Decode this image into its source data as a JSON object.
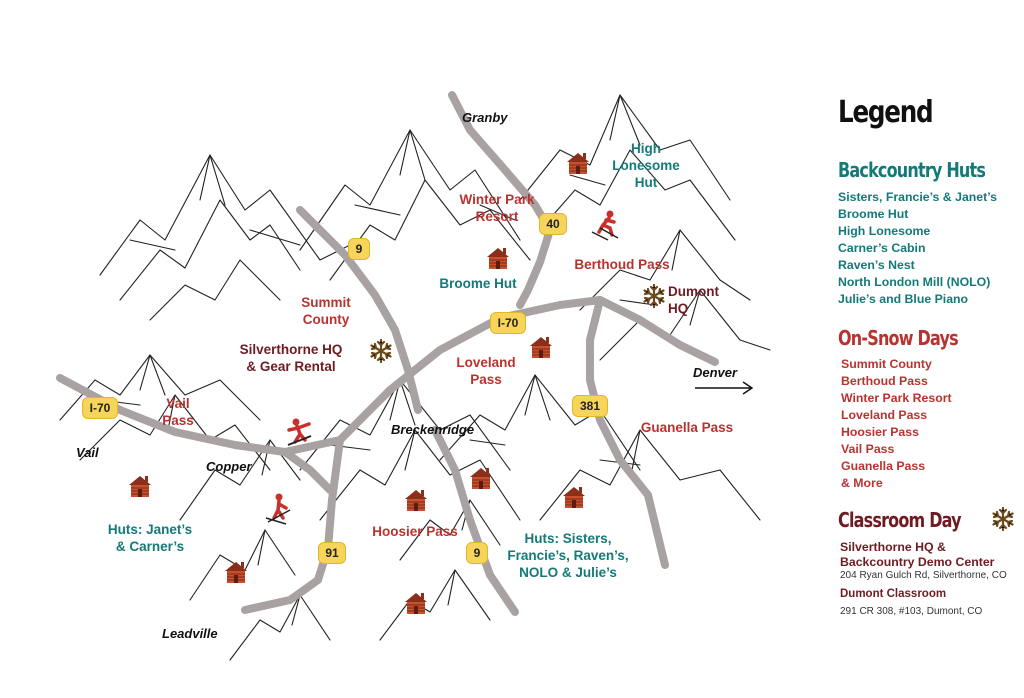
{
  "map": {
    "towns": {
      "granby": "Granby",
      "breckenridge": "Breckenridge",
      "vail": "Vail",
      "copper": "Copper",
      "leadville": "Leadville",
      "denver": "Denver"
    },
    "highways": {
      "i70_west": "I-70",
      "i70_center": "I-70",
      "hwy9_north": "9",
      "hwy9_south": "9",
      "hwy40": "40",
      "hwy91": "91",
      "hwy381": "381"
    },
    "labels": {
      "high_lonesome_hut": [
        "High",
        "Lonesome",
        "Hut"
      ],
      "winter_park_resort": [
        "Winter Park",
        "Resort"
      ],
      "berthoud_pass": "Berthoud Pass",
      "broome_hut": "Broome Hut",
      "dumont_hq": [
        "Dumont",
        "HQ"
      ],
      "summit_county": [
        "Summit",
        "County"
      ],
      "silverthorne_hq": [
        "Silverthorne HQ",
        "& Gear Rental"
      ],
      "loveland_pass": [
        "Loveland",
        "Pass"
      ],
      "vail_pass": [
        "Vail",
        "Pass"
      ],
      "guanella_pass": "Guanella Pass",
      "huts_janet_carner": [
        "Huts: Janet’s",
        "& Carner’s"
      ],
      "hoosier_pass": "Hoosier Pass",
      "huts_sisters": [
        "Huts: Sisters,",
        "Francie’s, Raven’s,",
        "NOLO & Julie’s"
      ]
    },
    "colors": {
      "road": "#a9a2a2",
      "shield": "#f6d55a",
      "on_snow": "#b8332f",
      "hut": "#137a78",
      "classroom": "#6e1b22",
      "cabin": "#c9502d",
      "snowflake": "#6b4a1c"
    }
  },
  "legend": {
    "title": "Legend",
    "huts": {
      "heading": "Backcountry Huts",
      "items": [
        "Sisters, Francie’s & Janet’s",
        "Broome Hut",
        "High Lonesome",
        "Carner’s Cabin",
        "Raven’s Nest",
        "North London Mill (NOLO)",
        "Julie’s and Blue Piano"
      ]
    },
    "on_snow": {
      "heading": "On-Snow Days",
      "items": [
        "Summit County",
        "Berthoud Pass",
        "Winter Park Resort",
        "Loveland Pass",
        "Hoosier Pass",
        "Vail Pass",
        "Guanella Pass",
        "& More"
      ]
    },
    "classroom": {
      "heading": "Classroom Day",
      "silverthorne": [
        "Silverthorne HQ &",
        "Backcountry Demo Center"
      ],
      "silverthorne_addr": "204 Ryan Gulch Rd, Silverthorne, CO",
      "dumont": "Dumont Classroom",
      "dumont_addr": "291 CR 308, #103, Dumont, CO"
    }
  }
}
